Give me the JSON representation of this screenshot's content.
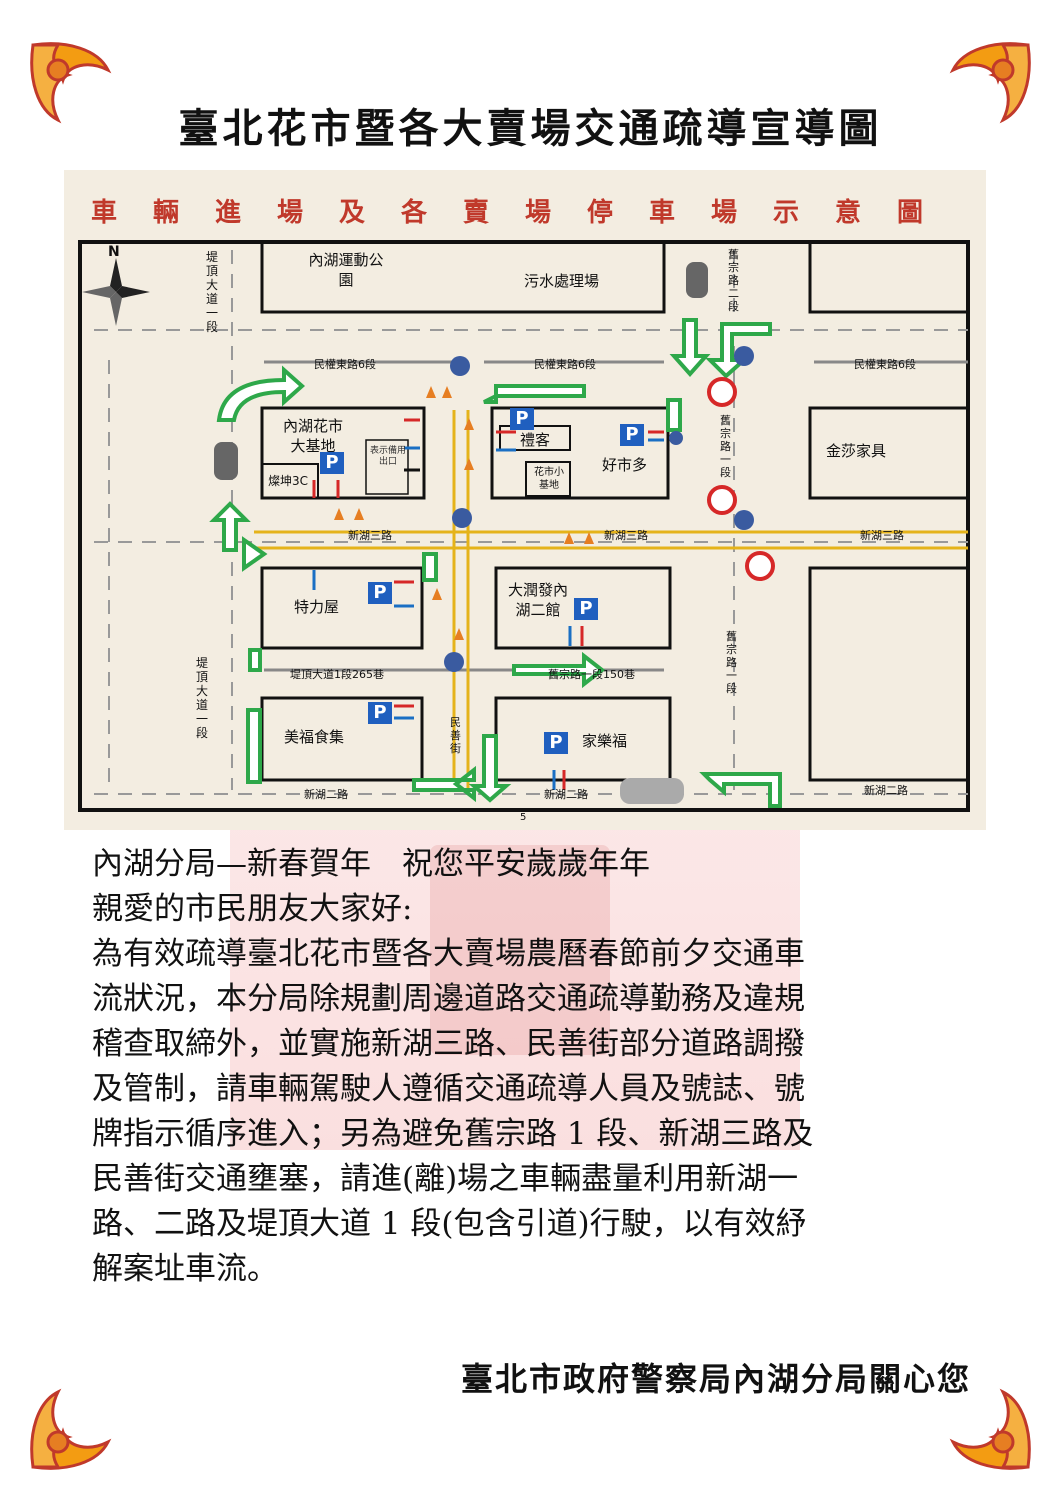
{
  "title": "臺北花市暨各大賣場交通疏導宣導圖",
  "map": {
    "title": "車輛進場及各賣場停車場示意圖",
    "north": "N",
    "page_number": "5",
    "roads": {
      "minquan_left": "民權東路6段",
      "minquan_mid": "民權東路6段",
      "minquan_right": "民權東路6段",
      "xinhu3_left": "新湖三路",
      "xinhu3_mid": "新湖三路",
      "xinhu3_right": "新湖三路",
      "xinhu2_left": "新湖二路",
      "xinhu2_mid": "新湖二路",
      "xinhu2_right": "新湖二路",
      "diding_lane": "堤頂大道1段265巷",
      "jiuzong_lane": "舊宗路一段150巷",
      "diding_top": "堤頂大道一段",
      "diding_bottom": "堤頂大道一段",
      "jiuzong_2": "舊宗路二段",
      "jiuzong_1_top": "舊宗路一段",
      "jiuzong_1_bottom": "舊宗路一段",
      "minshan": "民善街"
    },
    "places": {
      "sports_park": "內湖運動公園",
      "sewage": "污水處理場",
      "flower_market": "內湖花市大基地",
      "backup_exit": "表示備用出口",
      "tsannkuen": "燦坤3C",
      "b_and_q": "特力屋",
      "simple_mart": "美福食集",
      "rt_mart": "大潤發內湖二館",
      "carrefour": "家樂福",
      "lihkeh": "禮客",
      "costco": "好市多",
      "flower_small": "花市小基地",
      "kinsa": "金莎家具"
    },
    "parking_label": "P"
  },
  "message": {
    "greeting": "內湖分局—新春賀年　祝您平安歲歲年年",
    "salutation": "親愛的市民朋友大家好:",
    "lines": [
      "為有效疏導臺北花市暨各大賣場農曆春節前夕交通車",
      "流狀況，本分局除規劃周邊道路交通疏導勤務及違規",
      "稽查取締外，並實施新湖三路、民善街部分道路調撥",
      "及管制，請車輛駕駛人遵循交通疏導人員及號誌、號",
      "牌指示循序進入；另為避免舊宗路 1 段、新湖三路及",
      "民善街交通壅塞，請進(離)場之車輛盡量利用新湖一",
      "路、二路及堤頂大道 1 段(包含引道)行駛，以有效紓",
      "解案址車流。"
    ]
  },
  "signature": "臺北市政府警察局內湖分局關心您"
}
